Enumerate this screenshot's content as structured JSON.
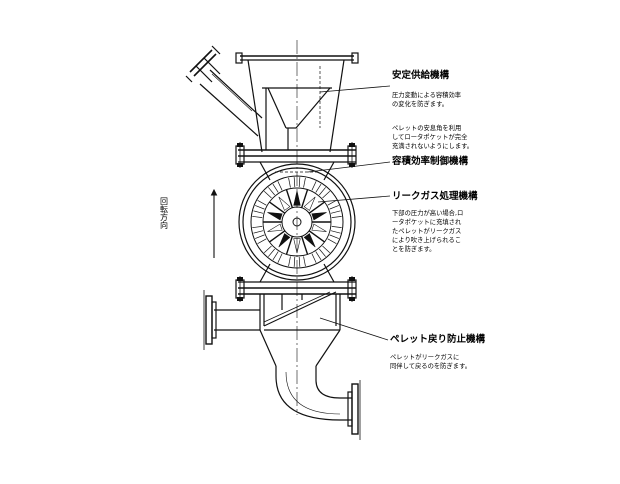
{
  "diagram": {
    "rotation_label": "回転方向",
    "sections": [
      {
        "heading": "安定供給機構",
        "lines": [
          "圧力変動による容積効率",
          "の変化を防ぎます。"
        ]
      },
      {
        "heading": "",
        "lines": [
          "ペレットの安息角を利用",
          "してロータポケットが完全",
          "充満されないようにします。"
        ]
      },
      {
        "heading": "容積効率制御機構",
        "lines": []
      },
      {
        "heading": "リークガス処理機構",
        "lines": [
          "下部の圧力が高い場合,ロ",
          "ータポケットに充填され",
          "たペレットがリークガス",
          "により吹き上げられるこ",
          "とを防ぎます。"
        ]
      },
      {
        "heading": "ペレット戻り防止機構",
        "lines": [
          "ペレットがリークガスに",
          "同伴して戻るのを防ぎます。"
        ]
      }
    ],
    "colors": {
      "line": "#111111",
      "background": "#ffffff"
    }
  }
}
